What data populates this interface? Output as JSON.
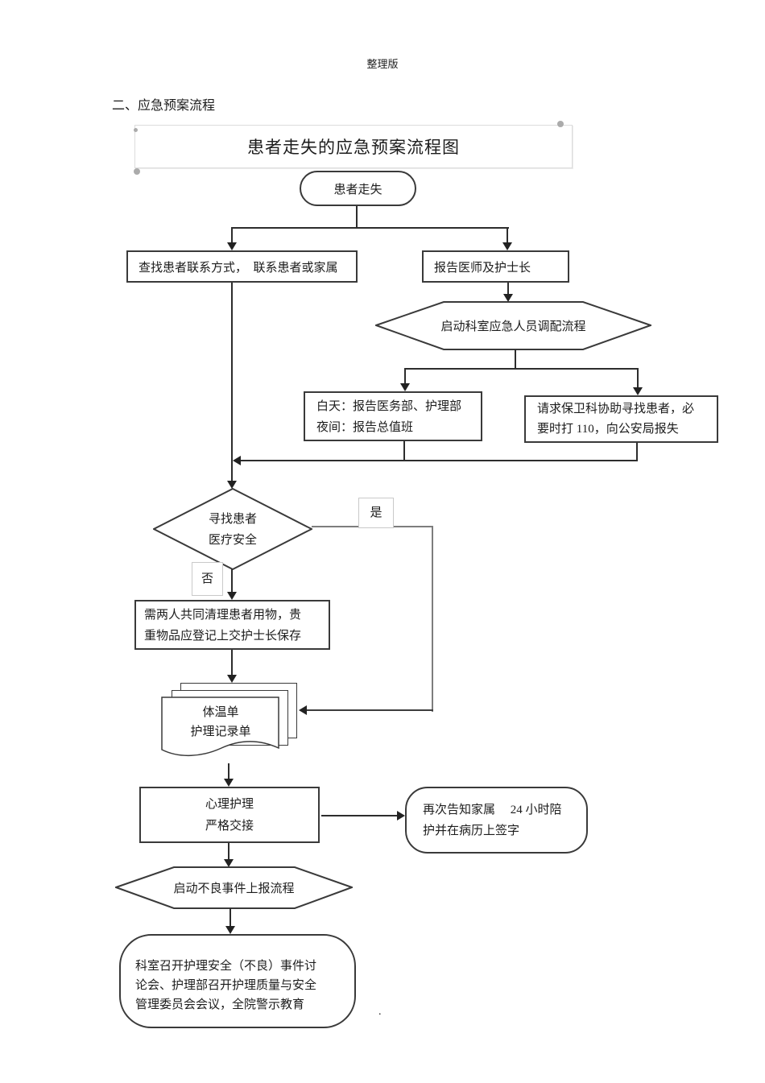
{
  "page": {
    "version_label": "整理版",
    "section_heading": "二、应急预案流程",
    "stray_period": "."
  },
  "flowchart": {
    "title": "患者走失的应急预案流程图",
    "colors": {
      "line": "#2d2d2d",
      "secondary_line": "#7d7d7d",
      "shape_border": "#3a3a3a",
      "label_border": "#c9c9c9",
      "title_frame_border": "#dcdcdc",
      "selection_handle": "#ababab"
    },
    "nodes": {
      "start": "患者走失",
      "find_contact": "查找患者联系方式，　联系患者或家属",
      "report_doctor": "报告医师及护士长",
      "dispatch": "启动科室应急人员调配流程",
      "day_night_line1": "白天：报告医务部、护理部",
      "day_night_line2": "夜间：报告总值班",
      "security_line1": "请求保卫科协助寻找患者，必",
      "security_line2": "要时打 110，向公安局报失",
      "decision_line1": "寻找患者",
      "decision_line2": "医疗安全",
      "yes_label": "是",
      "no_label": "否",
      "belongings_line1": "需两人共同清理患者用物，贵",
      "belongings_line2": "重物品应登记上交护士长保存",
      "documents_line1": "体温单",
      "documents_line2": "护理记录单",
      "psych_line1": "心理护理",
      "psych_line2": "严格交接",
      "notify_line1": "再次告知家属　 24 小时陪",
      "notify_line2": "护并在病历上签字",
      "report_event": "启动不良事件上报流程",
      "meeting_line1": "科室召开护理安全（不良）事件讨",
      "meeting_line2": "论会、护理部召开护理质量与安全",
      "meeting_line3": "管理委员会会议，全院警示教育"
    }
  }
}
